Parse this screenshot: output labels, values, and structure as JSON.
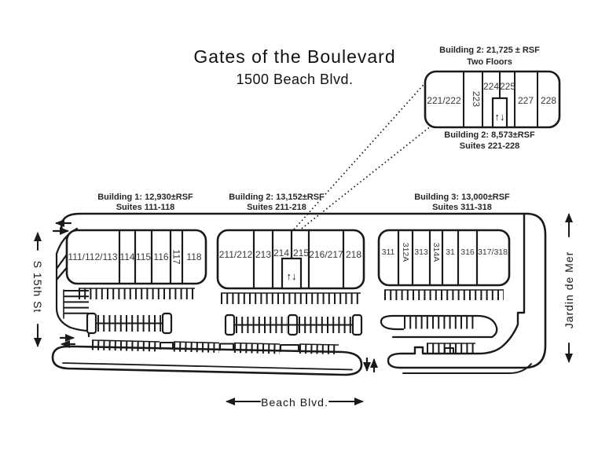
{
  "title": "Gates of the Boulevard",
  "subtitle": "1500 Beach Blvd.",
  "colors": {
    "ink": "#1a1a1a",
    "paper": "#ffffff"
  },
  "second_floor_inset": {
    "header_line1": "Building 2: 21,725 ± RSF",
    "header_line2": "Two Floors",
    "suites": [
      "221/222",
      "223",
      "224",
      "225",
      "227",
      "228"
    ],
    "stairs_glyph": "↑↓",
    "footer_line1": "Building 2: 8,573±RSF",
    "footer_line2": "Suites 221-228"
  },
  "building1": {
    "label_line1": "Building 1: 12,930±RSF",
    "label_line2": "Suites 111-118",
    "suites": [
      "111/112/113",
      "114",
      "115",
      "116",
      "117",
      "118"
    ]
  },
  "building2": {
    "label_line1": "Building 2: 13,152±RSF",
    "label_line2": "Suites 211-218",
    "suites": [
      "211/212",
      "213",
      "214",
      "215",
      "216/217",
      "218"
    ],
    "stairs_glyph": "↑↓"
  },
  "building3": {
    "label_line1": "Building 3: 13,000±RSF",
    "label_line2": "Suites 311-318",
    "suites": [
      "311",
      "312A",
      "313",
      "314A",
      "31",
      "316",
      "317/318"
    ]
  },
  "streets": {
    "west": "S 15th St",
    "east": "Jardin de Mer",
    "south": "Beach Blvd."
  }
}
